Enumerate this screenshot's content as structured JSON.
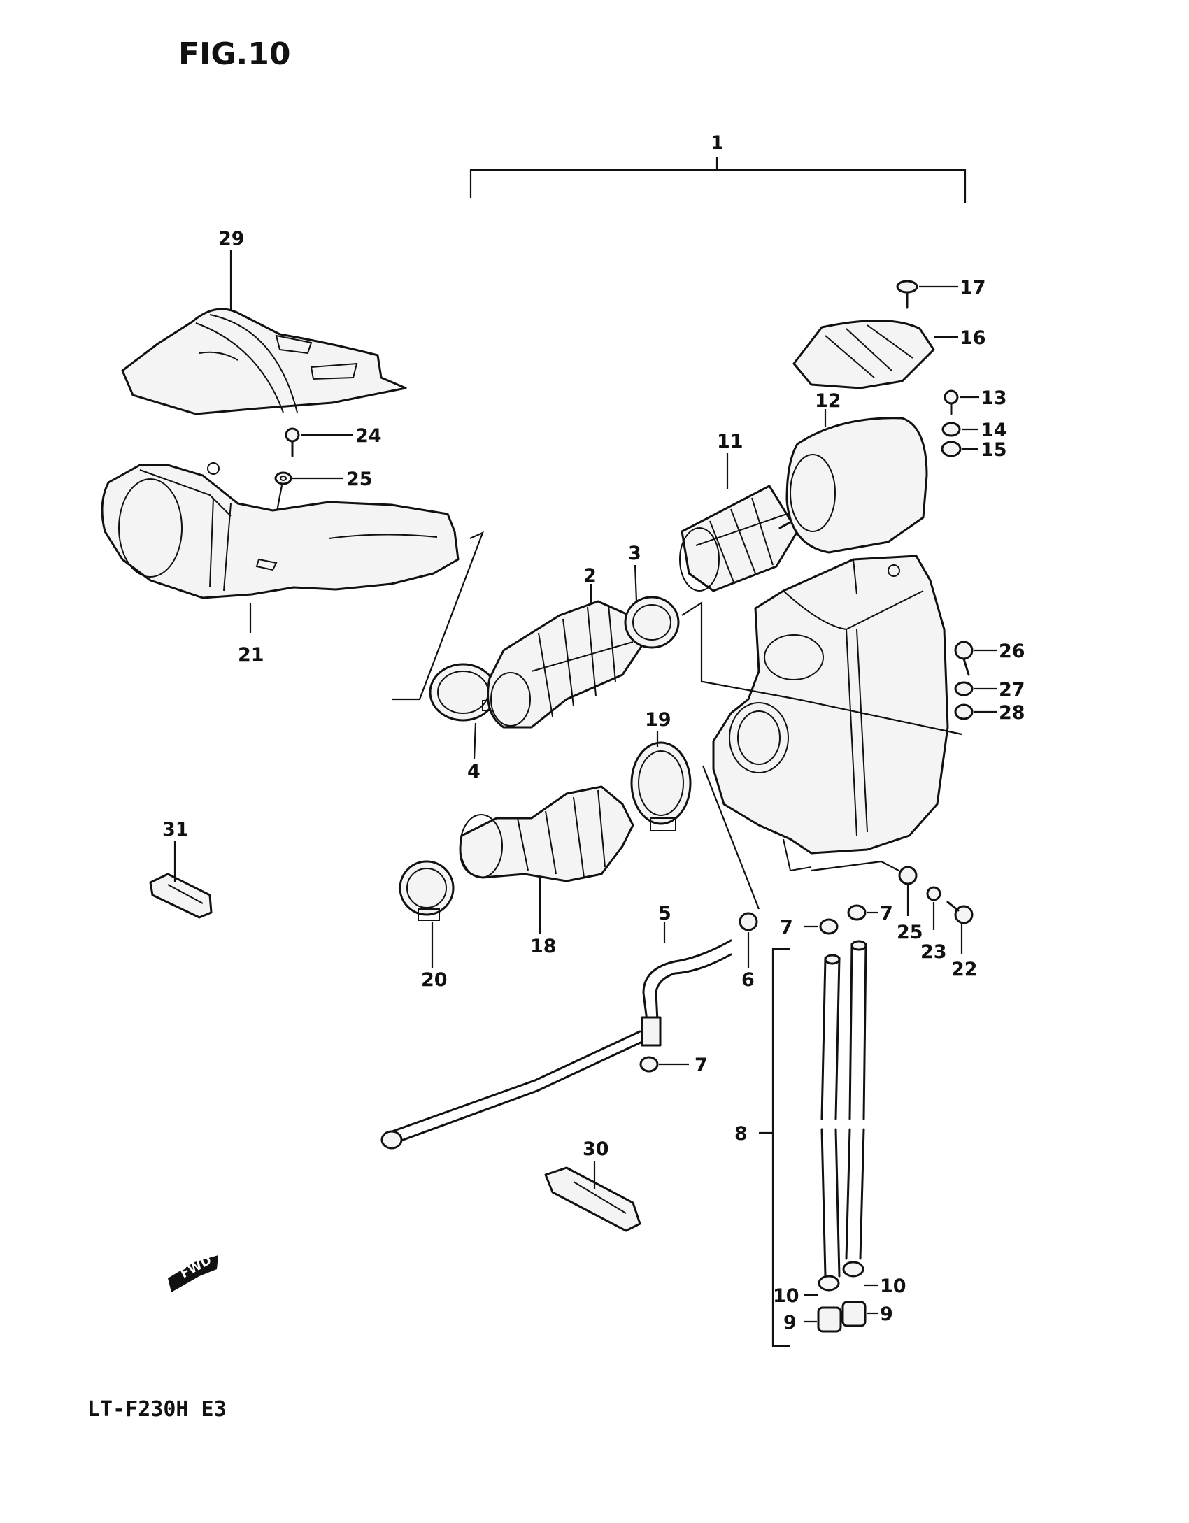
{
  "figure": {
    "title": "FIG.10",
    "model_code": "LT-F230H E3",
    "fwd_label": "FWD"
  },
  "callouts": {
    "c1": "1",
    "c2": "2",
    "c3": "3",
    "c4": "4",
    "c5": "5",
    "c6": "6",
    "c7a": "7",
    "c7b": "7",
    "c7c": "7",
    "c8": "8",
    "c9a": "9",
    "c9b": "9",
    "c10a": "10",
    "c10b": "10",
    "c11": "11",
    "c12": "12",
    "c13": "13",
    "c14": "14",
    "c15": "15",
    "c16": "16",
    "c17": "17",
    "c18": "18",
    "c19": "19",
    "c20": "20",
    "c21": "21",
    "c22": "22",
    "c23": "23",
    "c24": "24",
    "c25a": "25",
    "c25b": "25",
    "c26": "26",
    "c27": "27",
    "c28": "28",
    "c29": "29",
    "c30": "30",
    "c31": "31"
  }
}
